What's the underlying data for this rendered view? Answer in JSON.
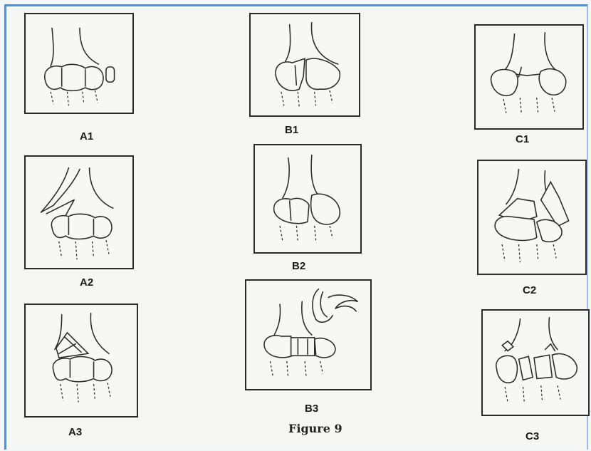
{
  "labels": {
    "a1": "A1",
    "b1": "B1",
    "c1": "C1",
    "a2": "A2",
    "b2": "B2",
    "c2": "C2",
    "a3": "A3",
    "b3": "B3",
    "c3": "C3"
  },
  "caption": "Figure 9"
}
